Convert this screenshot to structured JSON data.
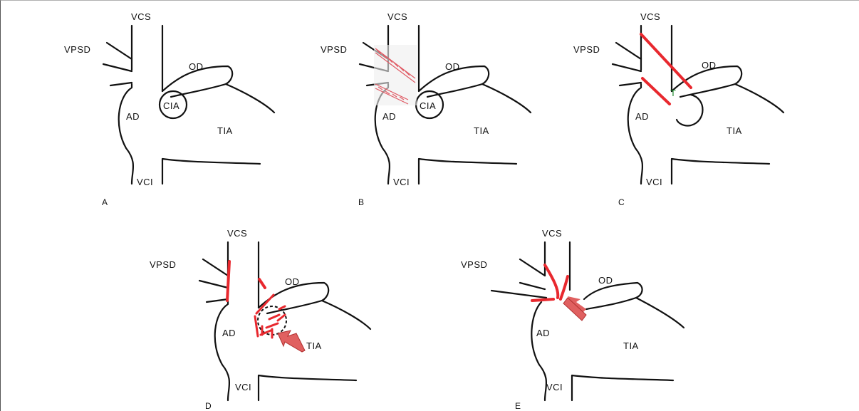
{
  "panels": [
    {
      "caption": "A",
      "labels": {
        "vcs": "VCS",
        "vpsd": "VPSD",
        "od": "OD",
        "cia": "CIA",
        "ad": "AD",
        "tia": "TIA",
        "vci": "VCI"
      }
    },
    {
      "caption": "B",
      "labels": {
        "vcs": "VCS",
        "vpsd": "VPSD",
        "od": "OD",
        "cia": "CIA",
        "ad": "AD",
        "tia": "TIA",
        "vci": "VCI"
      }
    },
    {
      "caption": "C",
      "labels": {
        "vcs": "VCS",
        "vpsd": "VPSD",
        "od": "OD",
        "t": "T",
        "ad": "AD",
        "tia": "TIA",
        "vci": "VCI"
      }
    },
    {
      "caption": "D",
      "labels": {
        "vcs": "VCS",
        "vpsd": "VPSD",
        "od": "OD",
        "ad": "AD",
        "tia": "TIA",
        "vci": "VCI"
      }
    },
    {
      "caption": "E",
      "labels": {
        "vcs": "VCS",
        "vpsd": "VPSD",
        "od": "OD",
        "ad": "AD",
        "tia": "TIA",
        "vci": "VCI"
      }
    }
  ],
  "colors": {
    "repair": "#e8282e",
    "outline": "#111111",
    "patch_hatch": "#e05a64",
    "background": "#ffffff"
  }
}
